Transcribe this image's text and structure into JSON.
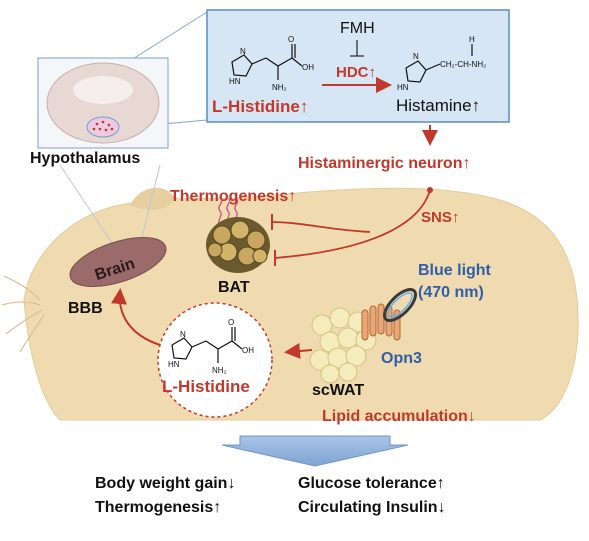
{
  "labels": {
    "hypothalamus": "Hypothalamus",
    "fmh": "FMH",
    "hdc": "HDC",
    "l_histidine": "L-Histidine",
    "histamine": "Histamine",
    "histaminergic_neuron": "Histaminergic neuron",
    "thermogenesis": "Thermogenesis",
    "sns": "SNS",
    "brain": "Brain",
    "bbb": "BBB",
    "bat": "BAT",
    "blue_light": "Blue light",
    "wavelength": "(470 nm)",
    "opn3": "Opn3",
    "scwat": "scWAT",
    "lipid_accumulation": "Lipid accumulation",
    "body_weight_gain": "Body weight gain",
    "glucose_tolerance": "Glucose tolerance",
    "thermogenesis_outcome": "Thermogenesis",
    "circulating_insulin": "Circulating Insulin"
  },
  "arrows": {
    "up": "↑",
    "down": "↓"
  },
  "structure_labels": {
    "oh": "OH",
    "o": "O",
    "hn": "HN",
    "n": "N",
    "nh2": "NH₂",
    "h": "H",
    "ch2ch": "CH₂-CH-NH₂"
  },
  "colors": {
    "red": "#c0392b",
    "blue": "#2f5fa8",
    "mouse_body": "#f0dbb0",
    "inset_box": "#d6e6f4",
    "brain": "#9b6a6a"
  }
}
